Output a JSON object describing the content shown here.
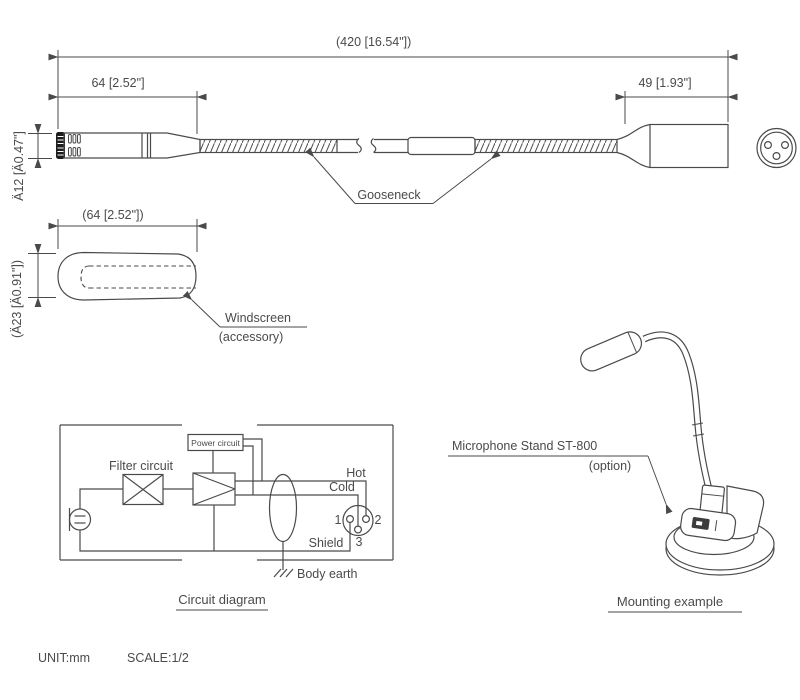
{
  "colors": {
    "line": "#4a4a4a",
    "text": "#4a4a4a",
    "mic_cap": "#1c1c1c"
  },
  "top_view": {
    "dim_overall": "(420 [16.54\"])",
    "dim_left": "64 [2.52\"]",
    "dim_right": "49 [1.93\"]",
    "dim_diameter": "Ä12 [Ä0.47\"]",
    "gooseneck_label": "Gooseneck"
  },
  "windscreen": {
    "dim_length": "(64 [2.52\"])",
    "dim_diameter": "(Ä23 [Ä0.91\"])",
    "label": "Windscreen",
    "sublabel": "(accessory)"
  },
  "circuit": {
    "filter": "Filter circuit",
    "power": "Power circuit",
    "hot": "Hot",
    "cold": "Cold",
    "shield": "Shield",
    "body_earth": "Body earth",
    "pins": {
      "p1": "1",
      "p2": "2",
      "p3": "3"
    },
    "caption": "Circuit diagram"
  },
  "mounting": {
    "label": "Microphone Stand ST-800",
    "option": "(option)",
    "caption": "Mounting example"
  },
  "footer": {
    "unit": "UNIT:mm",
    "scale": "SCALE:1/2"
  }
}
